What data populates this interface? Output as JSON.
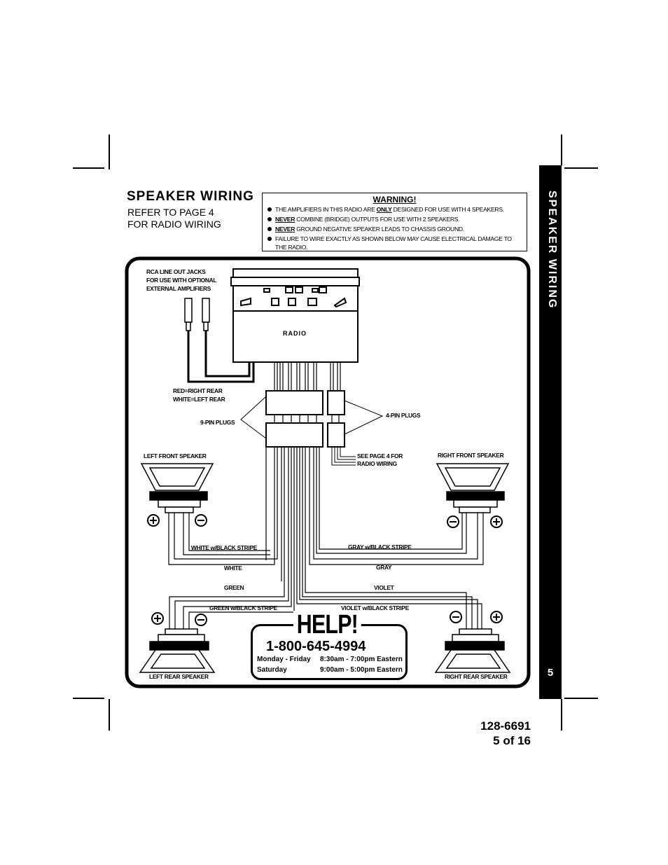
{
  "page": {
    "title": "SPEAKER WIRING",
    "subtitle_line1": "REFER TO PAGE 4",
    "subtitle_line2": "FOR RADIO WIRING",
    "side_tab_title": "SPEAKER WIRING",
    "side_tab_page": "5",
    "doc_number": "128-6691",
    "page_of": "5 of 16"
  },
  "warning": {
    "heading": "WARNING!",
    "lines": [
      {
        "pre": "THE AMPLIFIERS IN THIS RADIO ARE ",
        "em": "ONLY",
        "post": " DESIGNED FOR USE WITH 4 SPEAKERS."
      },
      {
        "pre": "",
        "em": "NEVER",
        "post": " COMBINE (BRIDGE) OUTPUTS FOR USE WITH 2 SPEAKERS."
      },
      {
        "pre": "",
        "em": "NEVER",
        "post": " GROUND NEGATIVE SPEAKER LEADS TO CHASSIS GROUND."
      },
      {
        "pre": "FAILURE TO WIRE EXACTLY AS SHOWN BELOW MAY CAUSE ELECTRICAL DAMAGE TO",
        "em": "",
        "post": ""
      }
    ],
    "line5": "THE RADIO."
  },
  "diagram": {
    "rca_label_1": "RCA LINE OUT JACKS",
    "rca_label_2": "FOR USE WITH OPTIONAL",
    "rca_label_3": "EXTERNAL AMPLIFIERS",
    "radio": "RADIO",
    "red_right": "RED=RIGHT REAR",
    "white_left": "WHITE=LEFT REAR",
    "nine_pin": "9-PIN PLUGS",
    "four_pin": "4-PIN PLUGS",
    "see_page_1": "SEE PAGE 4 FOR",
    "see_page_2": "RADIO WIRING",
    "left_front": "LEFT FRONT SPEAKER",
    "right_front": "RIGHT FRONT SPEAKER",
    "left_rear": "LEFT REAR SPEAKER",
    "right_rear": "RIGHT REAR SPEAKER",
    "white_stripe": "WHITE w/BLACK STRIPE",
    "white": "WHITE",
    "gray_stripe": "GRAY w/BLACK STRIPE",
    "gray": "GRAY",
    "green": "GREEN",
    "violet": "VIOLET",
    "green_stripe": "GREEN w/BLACK STRIPE",
    "violet_stripe": "VIOLET w/BLACK STRIPE"
  },
  "help": {
    "title": "HELP!",
    "phone": "1-800-645-4994",
    "row1_day": "Monday - Friday",
    "row1_time": "8:30am - 7:00pm Eastern",
    "row2_day": "Saturday",
    "row2_time": "9:00am - 5:00pm Eastern"
  }
}
